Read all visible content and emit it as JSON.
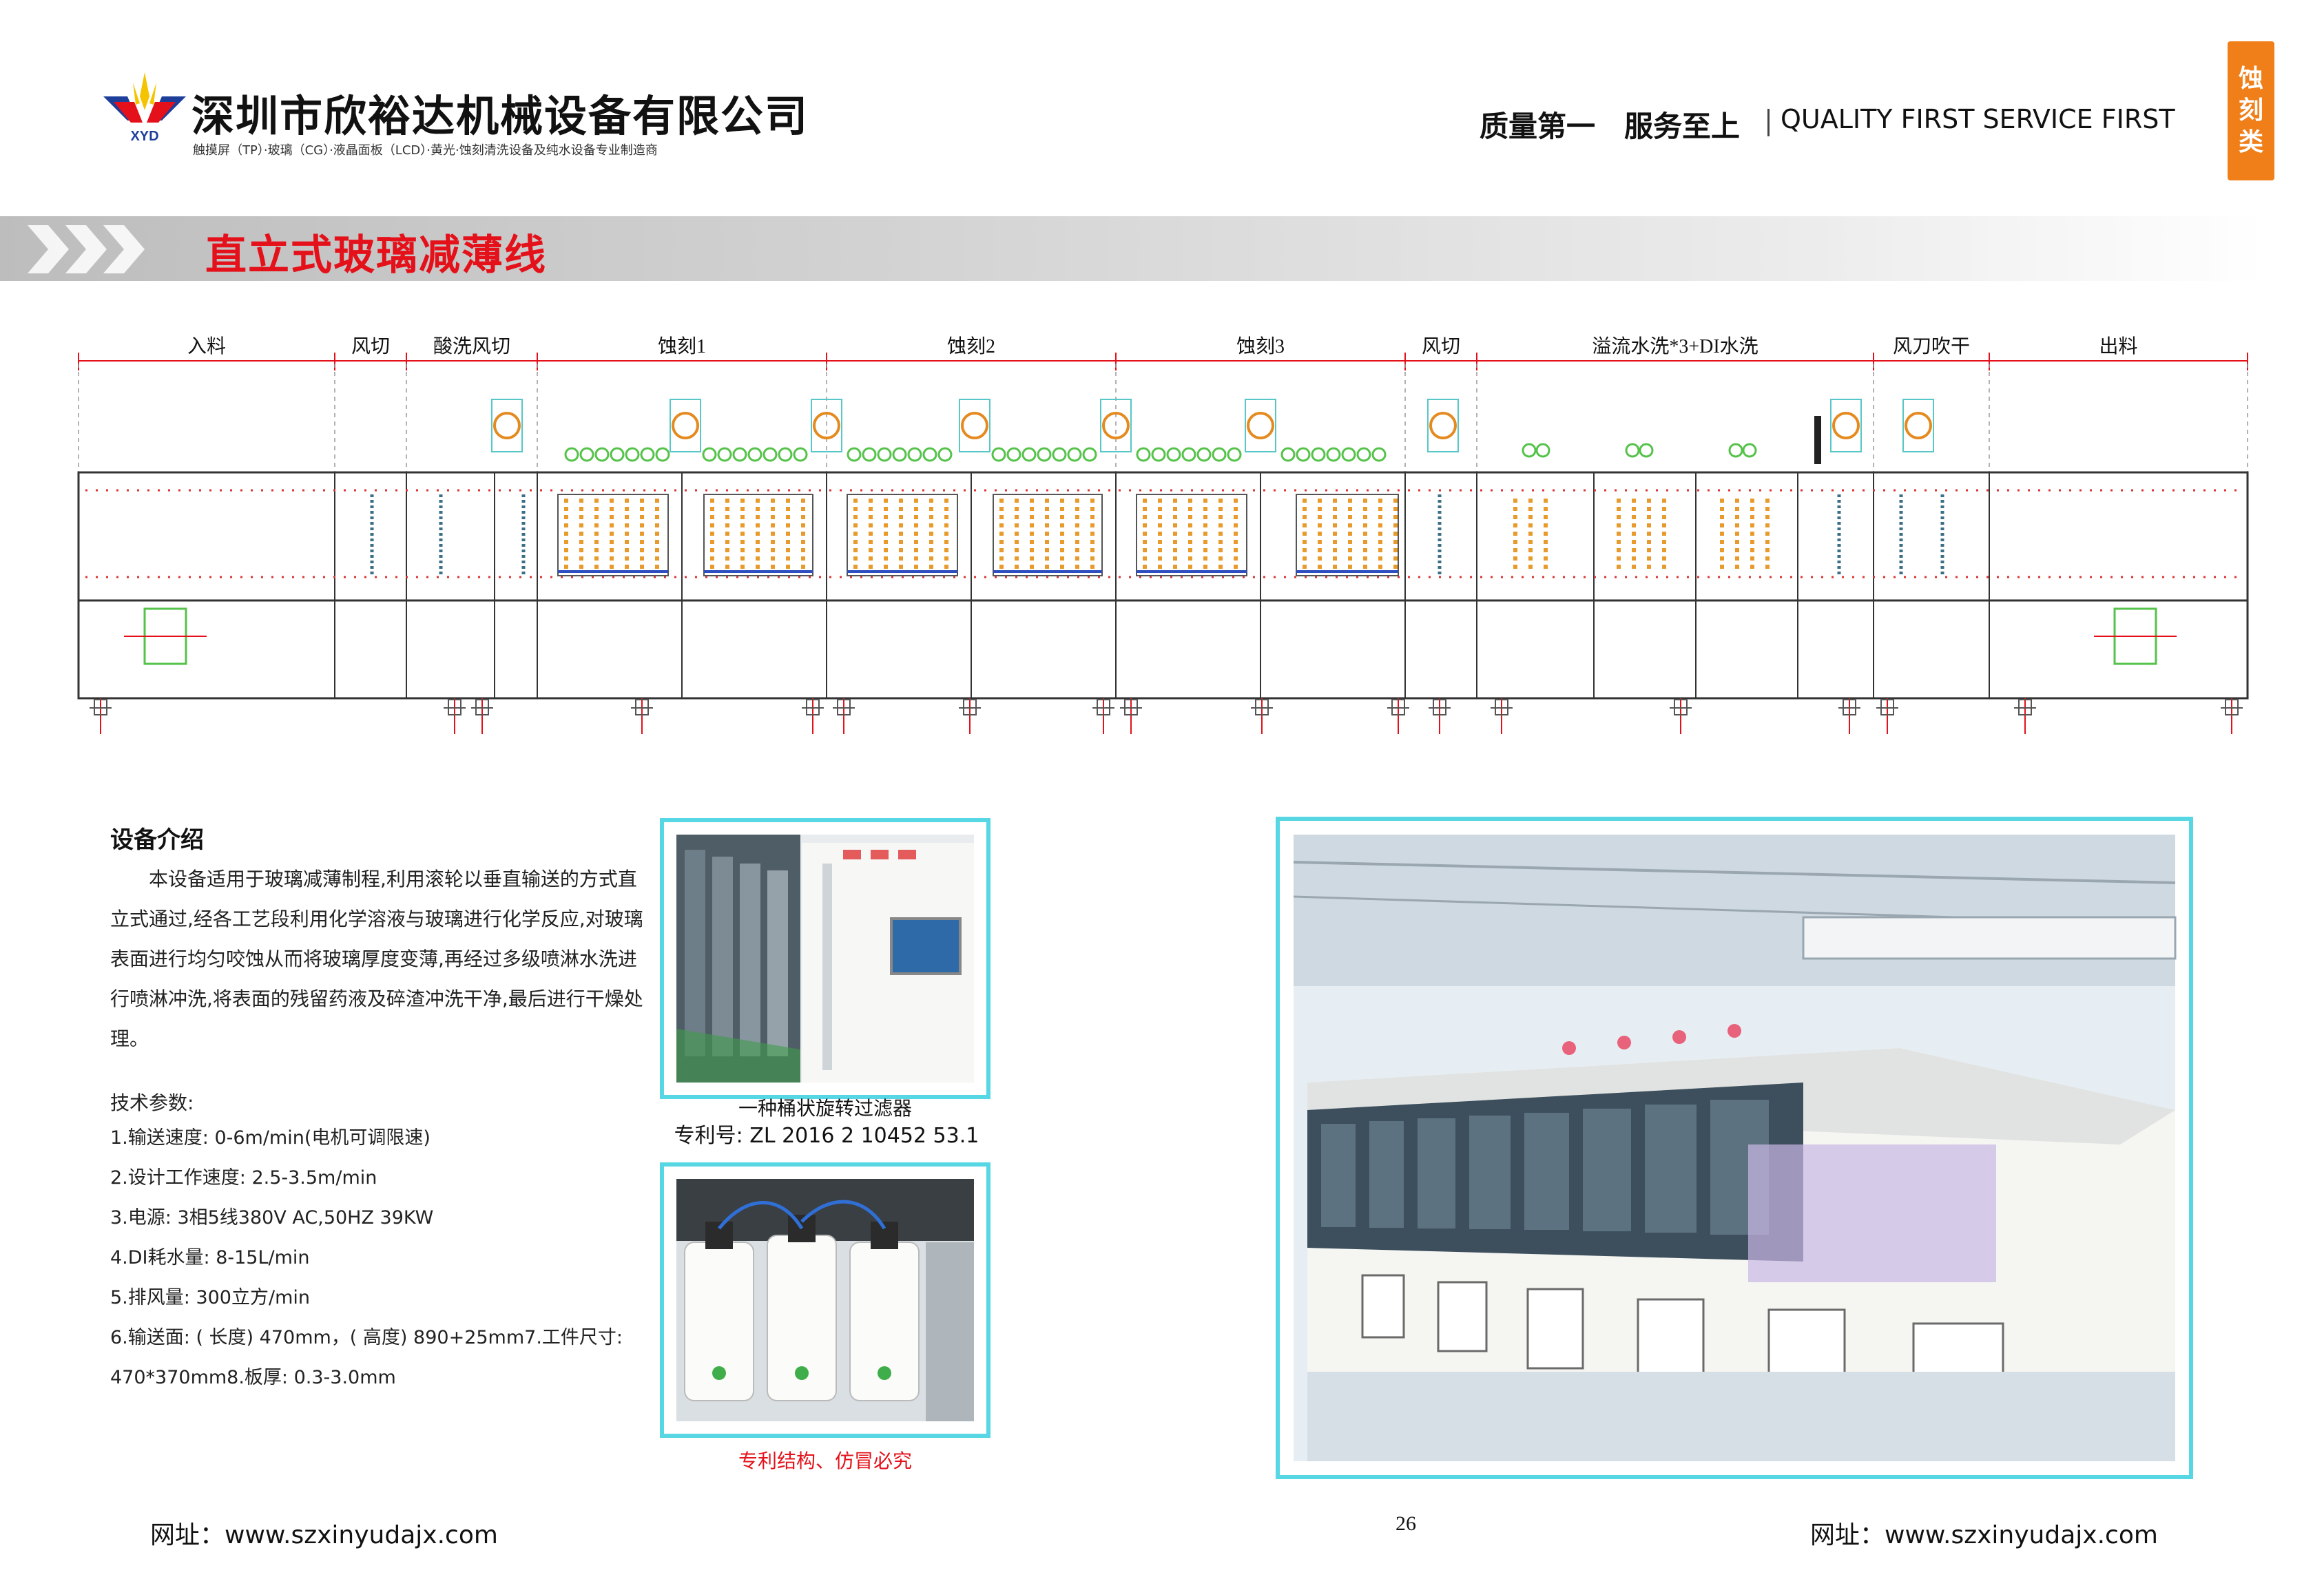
{
  "header": {
    "company_name": "深圳市欣裕达机械设备有限公司",
    "company_tagline": "触摸屏（TP）·玻璃（CG）·液晶面板（LCD）·黄光·蚀刻清洗设备及纯水设备专业制造商",
    "logo_text": "XYD",
    "motto_cn": "质量第一　服务至上",
    "motto_en": "QUALITY FIRST SERVICE FIRST",
    "category_tab": [
      "蚀",
      "刻",
      "类"
    ]
  },
  "title": "直立式玻璃减薄线",
  "diagram": {
    "stages": [
      "入料",
      "风切",
      "酸洗风切",
      "蚀刻1",
      "蚀刻2",
      "蚀刻3",
      "风切",
      "溢流水洗*3+DI水洗",
      "风刀吹干",
      "出料"
    ]
  },
  "intro": {
    "heading": "设备介绍",
    "body": "本设备适用于玻璃减薄制程,利用滚轮以垂直输送的方式直立式通过,经各工艺段利用化学溶液与玻璃进行化学反应,对玻璃表面进行均匀咬蚀从而将玻璃厚度变薄,再经过多级喷淋水洗进行喷淋冲洗,将表面的残留药液及碎渣冲洗干净,最后进行干燥处理。"
  },
  "tech": {
    "heading": "技术参数:",
    "items": [
      "1.输送速度: 0-6m/min(电机可调限速)",
      "2.设计工作速度: 2.5-3.5m/min",
      "3.电源: 3相5线380V AC,50HZ 39KW",
      "4.DI耗水量: 8-15L/min",
      "5.排风量: 300立方/min",
      "6.输送面: ( 长度) 470mm，( 高度) 890+25mm7.工件尺寸:",
      "470*370mm8.板厚: 0.3-3.0mm"
    ]
  },
  "photos": {
    "filter_caption": "一种桶状旋转过滤器",
    "filter_patent": "专利号: ZL 2016 2 10452 53.1",
    "patent_warning": "专利结构、仿冒必究"
  },
  "footer": {
    "website_left": "网址：www.szxinyudajx.com",
    "page_number": "26",
    "website_right": "网址：www.szxinyudajx.com"
  },
  "colors": {
    "title_red": "#e4111a",
    "tab_orange": "#f07f19",
    "frame_cyan": "#56d7e3",
    "logo_blue": "#1d3f9a",
    "logo_red": "#e4111a",
    "logo_yellow": "#f5c400"
  }
}
